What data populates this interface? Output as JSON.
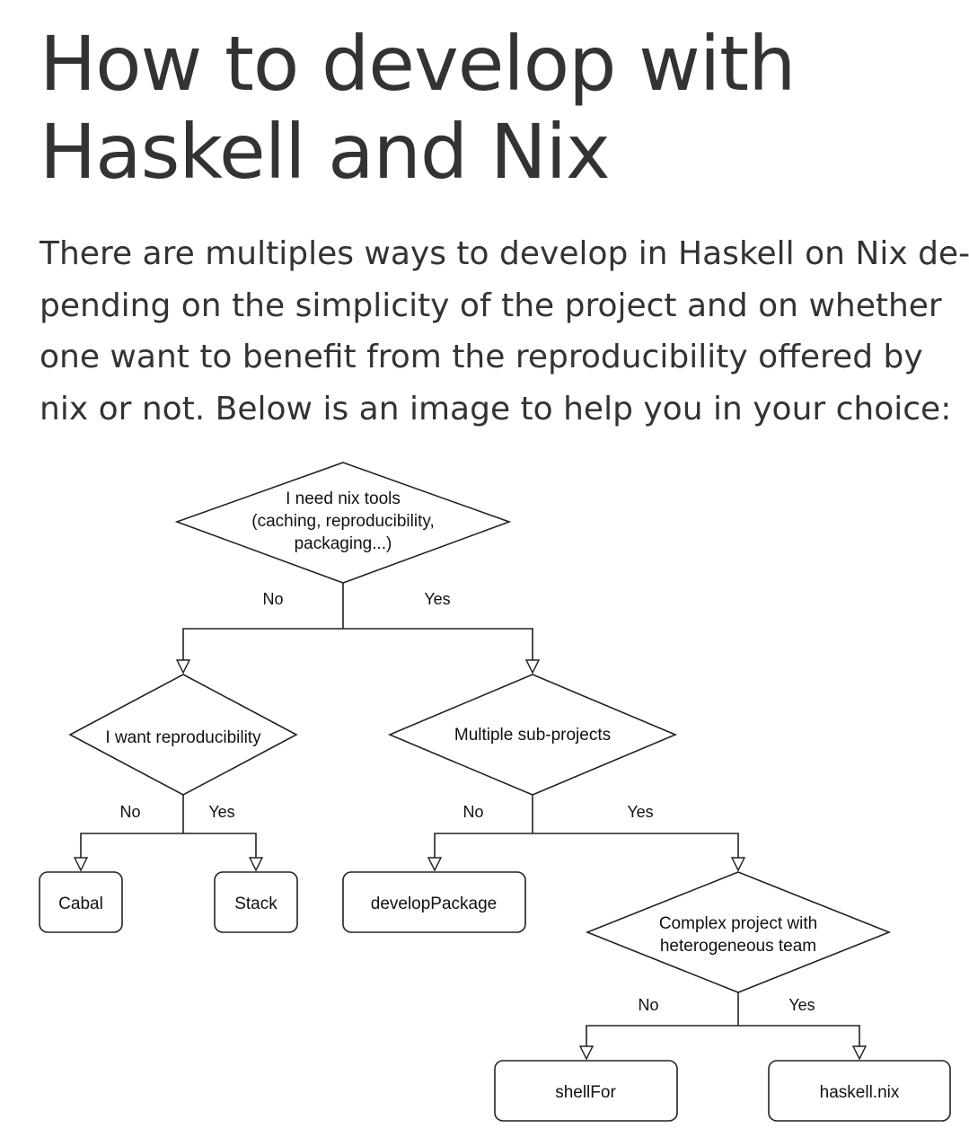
{
  "page": {
    "title_lines": [
      "How to develop with",
      "Haskell and Nix"
    ],
    "intro_lines": [
      "There are multiples ways to develop in Haskell on Nix de-",
      "pending on the simplicity of the project and on whether",
      "one want to benefit from the reproducibility offered by",
      "nix or not. Below is an image to help you in your choice:"
    ]
  },
  "diagram": {
    "decisions": {
      "nix_tools": [
        "I need nix tools",
        "(caching, reproducibility,",
        "packaging...)"
      ],
      "reproducibility": [
        "I want reproducibility"
      ],
      "subprojects": [
        "Multiple sub-projects"
      ],
      "complex_team": [
        "Complex project with",
        "heterogeneous team"
      ]
    },
    "outcomes": {
      "cabal": "Cabal",
      "stack": "Stack",
      "develop_package": "developPackage",
      "shell_for": "shellFor",
      "haskell_nix": "haskell.nix"
    },
    "edge_labels": {
      "nix_no": "No",
      "nix_yes": "Yes",
      "repro_no": "No",
      "repro_yes": "Yes",
      "sub_no": "No",
      "sub_yes": "Yes",
      "complex_no": "No",
      "complex_yes": "Yes"
    }
  }
}
